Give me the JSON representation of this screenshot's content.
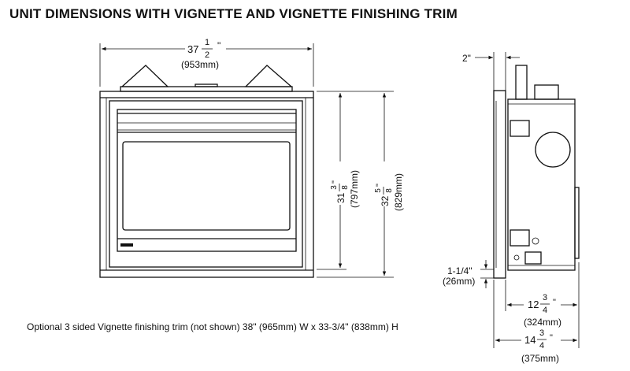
{
  "title": "UNIT DIMENSIONS WITH VIGNETTE AND VIGNETTE FINISHING TRIM",
  "note": "Optional 3 sided Vignette finishing trim (not shown) 38\" (965mm) W x 33-3/4\" (838mm) H",
  "front_view": {
    "width": {
      "whole": "37",
      "num": "1",
      "den": "2",
      "unit": "\"",
      "metric": "(953mm)"
    },
    "height_inner": {
      "whole": "31",
      "num": "3",
      "den": "8",
      "unit": "\"",
      "metric": "(797mm)"
    },
    "height_outer": {
      "whole": "32",
      "num": "5",
      "den": "8",
      "unit": "\"",
      "metric": "(829mm)"
    }
  },
  "side_view": {
    "trim_depth": "2\"",
    "bottom_offset": "1-1/4\"",
    "bottom_offset_metric": "(26mm)",
    "depth_body": {
      "whole": "12",
      "num": "3",
      "den": "4",
      "unit": "\"",
      "metric": "(324mm)"
    },
    "depth_total": {
      "whole": "14",
      "num": "3",
      "den": "4",
      "unit": "\"",
      "metric": "(375mm)"
    }
  }
}
